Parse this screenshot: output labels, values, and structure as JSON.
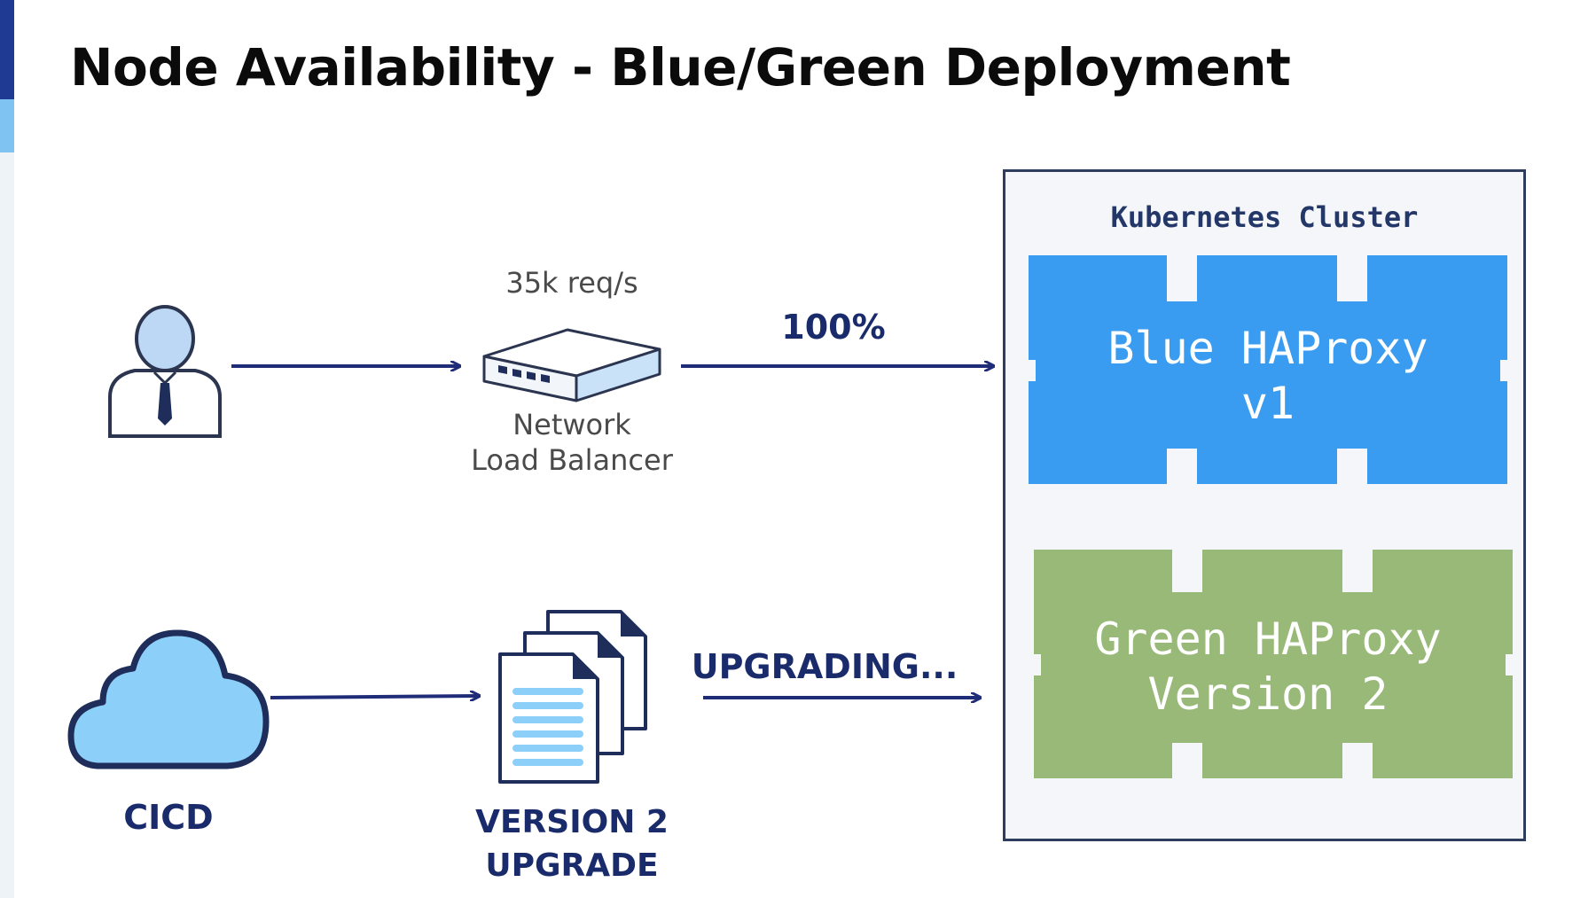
{
  "title": "Node Availability - Blue/Green Deployment",
  "colors": {
    "accent_navy": "#1f3a93",
    "accent_light_blue": "#7fc3f2",
    "blue_haproxy": "#3a9cf0",
    "green_haproxy": "#98b978",
    "arrow": "#1f2d78"
  },
  "user": {
    "icon": "user-tie-icon"
  },
  "load_balancer": {
    "icon": "network-load-balancer-icon",
    "rate": "35k req/s",
    "label_line1": "Network",
    "label_line2": "Load Balancer"
  },
  "traffic": {
    "percent": "100%"
  },
  "cicd": {
    "icon": "cloud-icon",
    "label": "CICD"
  },
  "upgrade": {
    "icon": "documents-icon",
    "label_line1": "VERSION 2",
    "label_line2": "UPGRADE",
    "status": "UPGRADING..."
  },
  "cluster": {
    "title": "Kubernetes Cluster",
    "blue": {
      "line1": "Blue HAProxy",
      "line2": "v1"
    },
    "green": {
      "line1": "Green HAProxy",
      "line2": "Version 2"
    }
  }
}
